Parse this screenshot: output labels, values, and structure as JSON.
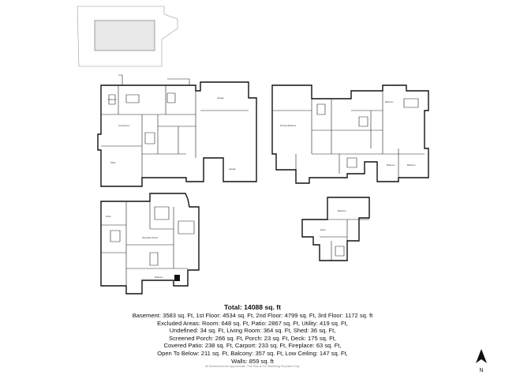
{
  "summary": {
    "total": "Total: 14088 sq. ft",
    "lines": [
      "Basement: 3583 sq. Ft, 1st Floor: 4534 sq. Ft, 2nd Floor: 4799 sq. Ft, 3rd Floor: 1172 sq. ft",
      "Excluded Areas: Room: 648 sq. Ft, Patio: 2867 sq. Ft, Utility: 419 sq. Ft,",
      "Undefined: 34 sq. Ft, Living Room: 364 sq. Ft, Shed: 36 sq. Ft,",
      "Screened Porch: 266 sq. Ft, Porch: 23 sq. Ft, Deck: 175 sq. Ft,",
      "Covered Patio: 238 sq. Ft, Carport: 233 sq. Ft, Fireplace: 63 sq. Ft,",
      "Open To Below: 211 sq. Ft, Balcony: 357 sq. Ft, Low Ceiling: 147 sq. Ft,",
      "Walls: 859 sq. ft"
    ]
  },
  "disclaimer": "All Dimensions Are Approximate. This Plan Is For Marketing Purposes Only.",
  "compass": {
    "label": "N",
    "icon": "north-arrow-icon"
  },
  "colors": {
    "wall": "#111111",
    "pool": "#e8e8e8",
    "patio_outline": "#999999"
  }
}
